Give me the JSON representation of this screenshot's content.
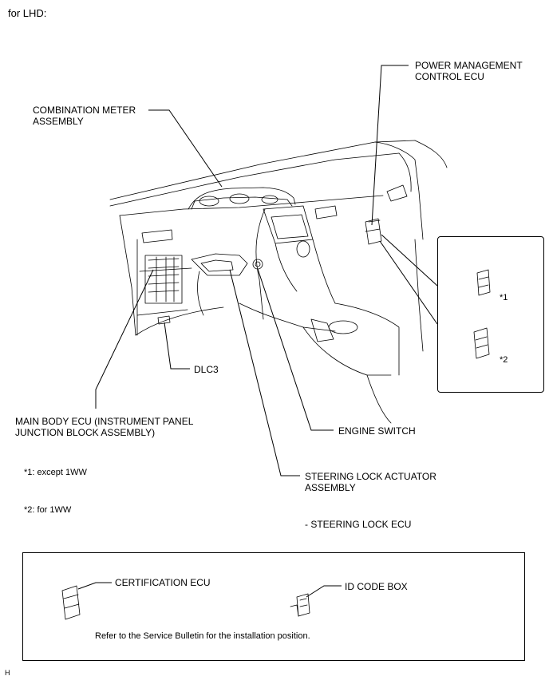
{
  "header": {
    "title": "for LHD:"
  },
  "labels": {
    "power_ecu": [
      "POWER MANAGEMENT",
      "CONTROL ECU"
    ],
    "combination_meter": [
      "COMBINATION METER",
      "ASSEMBLY"
    ],
    "dlc3": "DLC3",
    "main_body_ecu": [
      "MAIN BODY ECU (INSTRUMENT PANEL",
      "JUNCTION BLOCK ASSEMBLY)"
    ],
    "engine_switch": "ENGINE SWITCH",
    "steering_lock": [
      "STEERING LOCK ACTUATOR",
      "ASSEMBLY"
    ],
    "steering_lock_ecu": "- STEERING LOCK ECU",
    "inset_ref1": "*1",
    "inset_ref2": "*2"
  },
  "notes": {
    "note1": "*1: except 1WW",
    "note2": "*2: for 1WW"
  },
  "bottom_box": {
    "certification_ecu": "CERTIFICATION ECU",
    "id_code_box": "ID CODE BOX",
    "refer_text": "Refer to the Service Bulletin for the installation position."
  },
  "footer": {
    "mark": "H"
  }
}
